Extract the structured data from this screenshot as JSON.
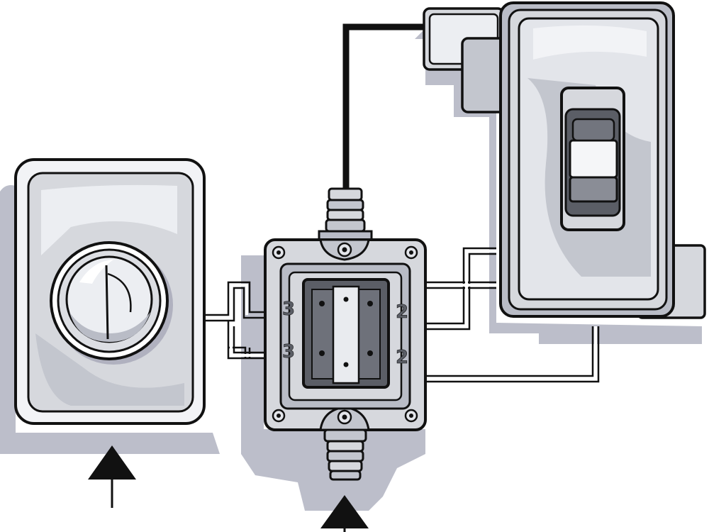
{
  "diagram": {
    "colors": {
      "outline": "#111111",
      "panel_gray": "#d6d8dd",
      "light_gray": "#eceef2",
      "mid_gray": "#b9bcc6",
      "shadow_gray": "#a6a8b8",
      "dark_gray": "#5b5e66",
      "background": "#ffffff"
    },
    "terminal_labels": {
      "left_top": "3",
      "left_bottom": "3",
      "right_top": "2",
      "right_bottom": "2"
    },
    "components": {
      "left_device": "dimmer-knob",
      "center_device": "junction-box",
      "right_device": "toggle-switch"
    }
  }
}
